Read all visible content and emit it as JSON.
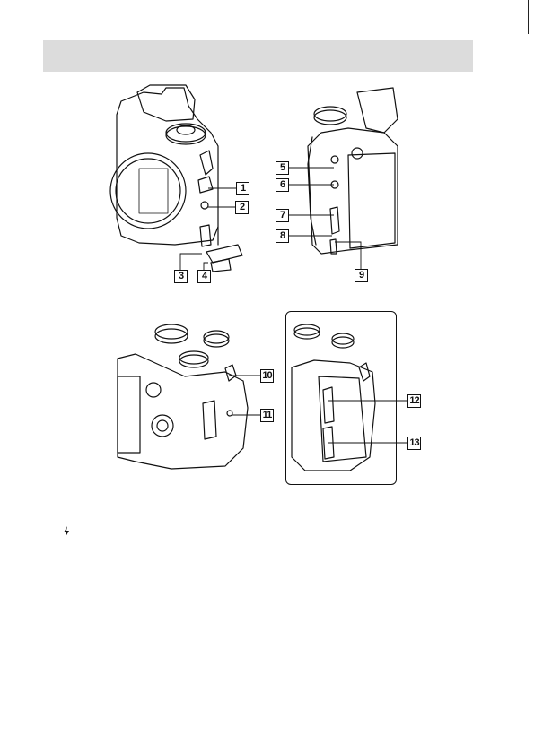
{
  "header": {
    "title": ""
  },
  "callouts": [
    "1",
    "2",
    "3",
    "4",
    "5",
    "6",
    "7",
    "8",
    "9",
    "10",
    "11",
    "12",
    "13"
  ],
  "icons": {
    "flash": "flash-icon"
  },
  "colors": {
    "header_bg": "#dcdcdc",
    "line": "#111111"
  }
}
